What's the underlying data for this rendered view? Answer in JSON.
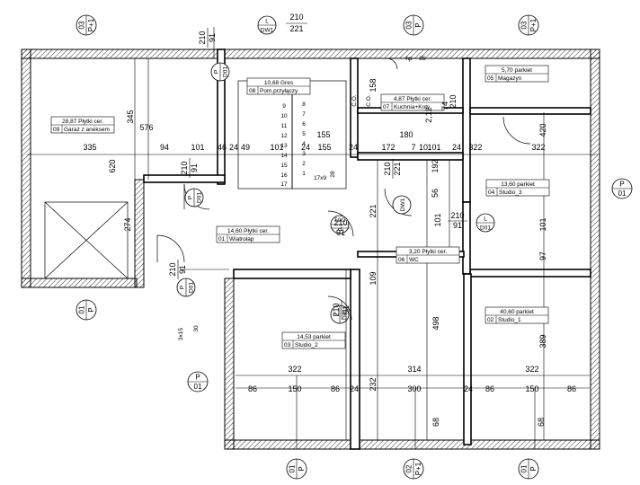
{
  "rooms": [
    {
      "num": "09",
      "name": "Garaż z aneksem",
      "area": "28,87",
      "finish": "Płytki cer."
    },
    {
      "num": "08",
      "name": "Pom.przyłączy",
      "area": "10,68",
      "finish": "Gres"
    },
    {
      "num": "07",
      "name": "Kuchnia+Koty",
      "area": "4,87",
      "finish": "Płytki cer."
    },
    {
      "num": "05",
      "name": "Magazyn",
      "area": "5,70",
      "finish": "parkiet"
    },
    {
      "num": "04",
      "name": "Studio_3",
      "area": "13,60",
      "finish": "parkiet"
    },
    {
      "num": "01",
      "name": "Wiatrołap",
      "area": "14,60",
      "finish": "Płytki cer."
    },
    {
      "num": "06",
      "name": "WC",
      "area": "3,20",
      "finish": "Płytki cer."
    },
    {
      "num": "02",
      "name": "Studio_1",
      "area": "40,60",
      "finish": "parkiet"
    },
    {
      "num": "03",
      "name": "Studio_2",
      "area": "14,53",
      "finish": "parkiet"
    }
  ],
  "tags": {
    "w03p1_a": [
      "03",
      "P+1"
    ],
    "w03p1_b": [
      "03",
      "P+1"
    ],
    "p03": [
      "03",
      "P"
    ],
    "p01_right": [
      "P",
      "01"
    ],
    "p01_left": [
      "P",
      "01"
    ],
    "p01_bl": [
      "01",
      "P"
    ],
    "p01_bottom_a": [
      "01",
      "P"
    ],
    "p01_bottom_b": [
      "01",
      "P"
    ],
    "p02p1": [
      "02",
      "P+1"
    ]
  },
  "doors": {
    "dw1_top": [
      "L",
      "DW1"
    ],
    "dw1_mid": [
      "DW1"
    ],
    "d01_a": [
      "P",
      "D01"
    ],
    "d01_b": [
      "P",
      "D01"
    ],
    "d01_c": [
      "P",
      "D01"
    ],
    "d01_d": [
      "P",
      "D01"
    ],
    "d01_e": [
      "L",
      "D01"
    ],
    "d01_f": [
      "L",
      "D01"
    ],
    "d01_g": [
      "P",
      "D01"
    ]
  },
  "dims": {
    "top_door": [
      "210",
      "221"
    ],
    "d210_91_a": [
      "210",
      "91"
    ],
    "d210_91_b": [
      "210",
      "91"
    ],
    "d210_91_c": [
      "210",
      "91"
    ],
    "d210_91_d": [
      "210",
      "91"
    ],
    "d210_91_e": [
      "210",
      "91"
    ],
    "d210_91_f": [
      "210",
      "91"
    ],
    "d210_221_b": [
      "210",
      "221"
    ],
    "hp": "hp",
    "hp_val": "85",
    "row1": [
      "335",
      "94",
      "101",
      "46",
      "24",
      "49",
      "101",
      "24",
      "155",
      "24",
      "172",
      "7",
      "10",
      "101",
      "24",
      "322",
      "322"
    ],
    "row2": [
      "322",
      "314",
      "322"
    ],
    "row3": [
      "86",
      "150",
      "86",
      "24",
      "300",
      "24",
      "86",
      "150",
      "86"
    ],
    "v576": "576",
    "v620": "620",
    "v345": "345",
    "v274": "274",
    "v420": "420",
    "v101a": "101",
    "v101b": "101",
    "v97": "97",
    "v389": "389",
    "v109": "109",
    "v221": "221",
    "v498": "498",
    "v192": "192",
    "v56": "56",
    "v101c": "101",
    "v232": "232",
    "v68a": "68",
    "v68b": "68",
    "v158": "158",
    "v74": "74",
    "v180": "180",
    "v155": "155",
    "v210": "210",
    "stairs": [
      "9",
      "10",
      "11",
      "12",
      "13",
      "14",
      "15",
      "16",
      "17",
      "1",
      "2",
      "3",
      "4",
      "5",
      "6",
      "7",
      "8"
    ],
    "stair_note": "17x9",
    "stair_28": "28",
    "stair_3x15": "3x15",
    "stair_30": "30",
    "co1": "C.O.",
    "co2": "C.O.",
    "v212": "2,12"
  }
}
